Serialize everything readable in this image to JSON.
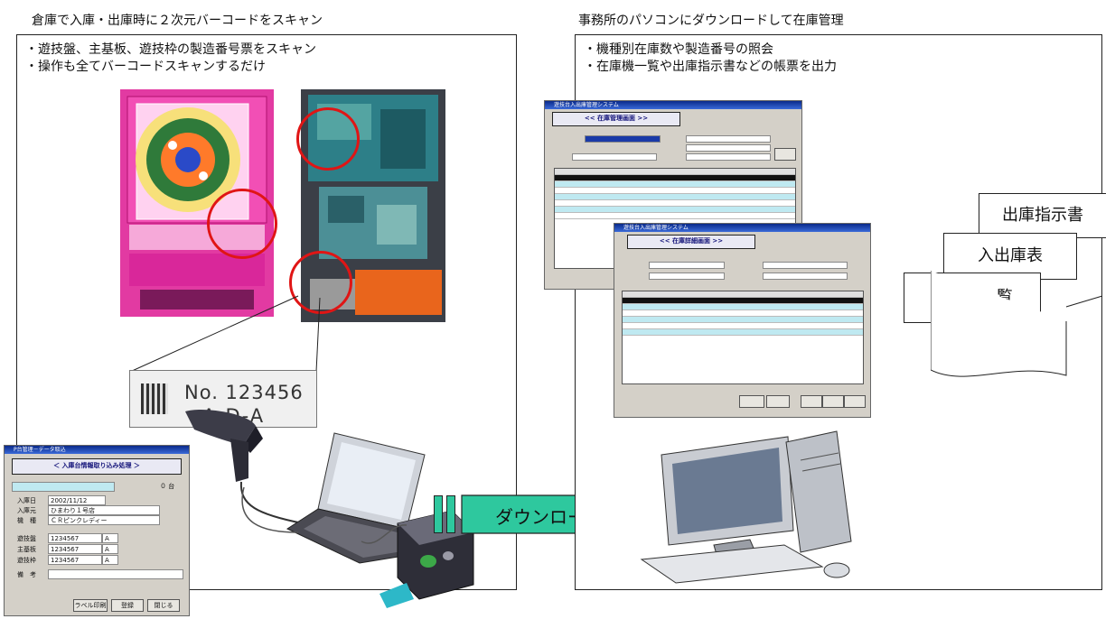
{
  "left": {
    "heading": "倉庫で入庫・出庫時に２次元バーコードをスキャン",
    "bullets": [
      "・遊技盤、主基板、遊技枠の製造番号票をスキャン",
      "・操作も全てバーコードスキャンするだけ"
    ],
    "label_number": "No. 123456",
    "label_code": "A-D-A",
    "scan_window": {
      "title": "P台管理－データ取込",
      "banner": "＜ 入庫台情報取り込み処理 ＞",
      "count": "０ 台",
      "fields": [
        {
          "label": "入庫日",
          "value": "2002/11/12"
        },
        {
          "label": "入庫元",
          "value": "ひまわり１号店"
        },
        {
          "label": "機　種",
          "value": "ＣＲピンクレディー"
        }
      ],
      "serials": [
        {
          "label": "遊技盤",
          "value": "1234567",
          "code": "A"
        },
        {
          "label": "主基板",
          "value": "1234567",
          "code": "A"
        },
        {
          "label": "遊技枠",
          "value": "1234567",
          "code": "A"
        }
      ],
      "note_label": "備　考",
      "buttons": [
        "ラベル印刷",
        "登録",
        "閉じる"
      ]
    }
  },
  "right": {
    "heading": "事務所のパソコンにダウンロードして在庫管理",
    "bullets": [
      "・機種別在庫数や製造番号の照会",
      "・在庫機一覧や出庫指示書などの帳票を出力"
    ],
    "window1": {
      "title": "遊技台入出庫管理システム",
      "banner": "<< 在庫管理画面 >>"
    },
    "window2": {
      "title": "遊技台入出庫管理システム",
      "banner": "<< 在庫詳細画面 >>"
    },
    "documents": [
      "出庫指示書",
      "入出庫表",
      "在庫機一覧"
    ]
  },
  "download_label": "ダウンロード"
}
